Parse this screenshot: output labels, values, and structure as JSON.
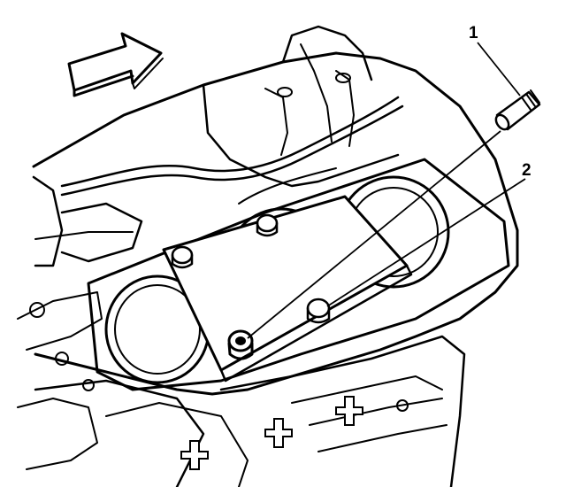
{
  "callouts": [
    {
      "label": "1",
      "refers_to": "alignment-stud"
    },
    {
      "label": "2",
      "refers_to": "bolt-hole"
    }
  ],
  "colors": {
    "line": "#000000",
    "background": "#ffffff"
  },
  "icons": [
    "direction-arrow-icon"
  ]
}
